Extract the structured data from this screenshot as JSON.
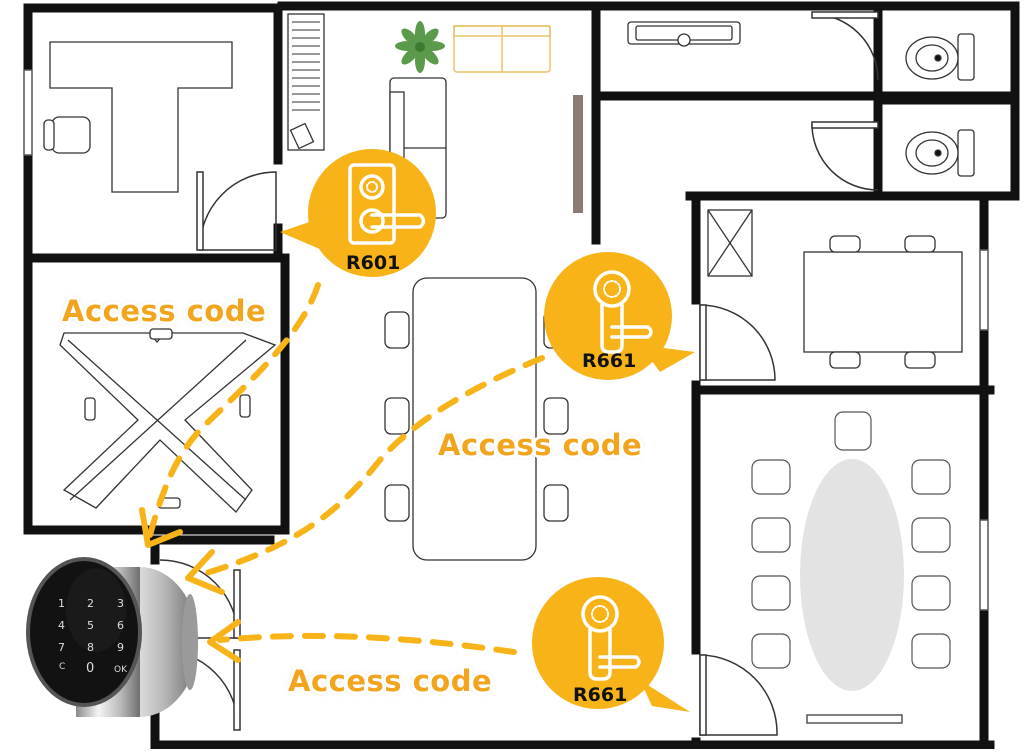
{
  "rooms": [
    {
      "code": "R601"
    },
    {
      "code": "R661"
    },
    {
      "code": "R661"
    }
  ],
  "flows": [
    {
      "label": "Access code"
    },
    {
      "label": "Access code"
    },
    {
      "label": "Access code"
    }
  ],
  "keypad": {
    "keys": [
      "1",
      "2",
      "3",
      "4",
      "5",
      "6",
      "7",
      "8",
      "9",
      "C",
      "0",
      "OK"
    ]
  },
  "colors": {
    "accent": "#f7b318",
    "wall": "#111111",
    "lock_icon": "#ffffff",
    "flow_line": "#f7b318",
    "table_grey": "#e3e3e3",
    "cabinet": "#8c7b73",
    "sofa_outline": "#e8c468",
    "plant": "#5a9a4a"
  },
  "icons": [
    "door-lever-lock-icon",
    "keypad-lock-icon",
    "plant-icon",
    "toilet-icon",
    "sink-icon"
  ]
}
